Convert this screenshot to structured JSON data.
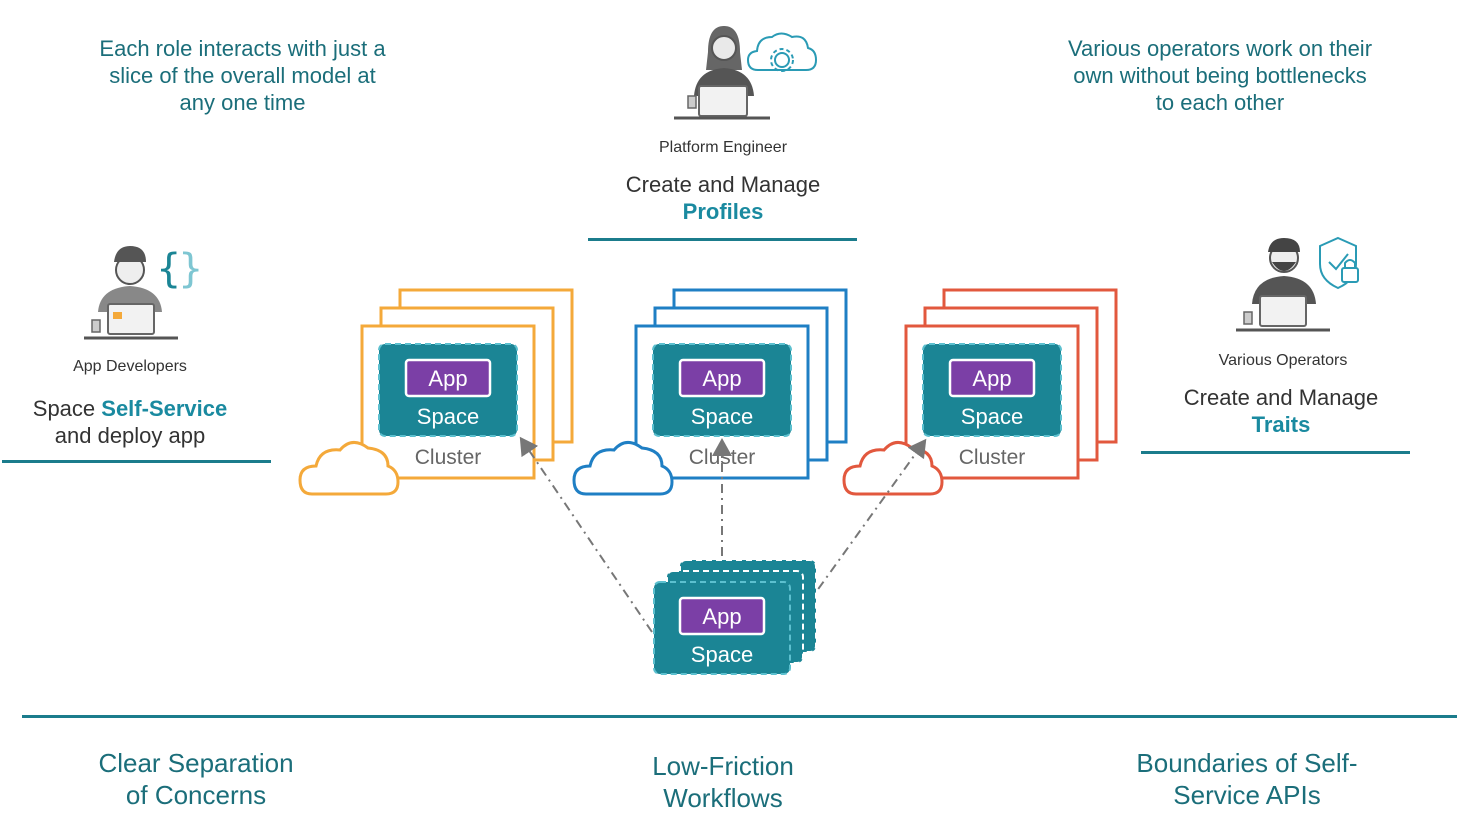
{
  "colors": {
    "teal": "#1b6e7a",
    "accent": "#1a8aa0",
    "space_fill": "#1b8595",
    "app_fill": "#7b3fa6",
    "orange": "#f4a93a",
    "blue": "#1f7fc4",
    "red": "#e2583e"
  },
  "notes": {
    "left": [
      "Each role interacts with just a",
      "slice of the overall model at",
      "any one time"
    ],
    "right": [
      "Various operators work on their",
      "own without being bottlenecks",
      "to each other"
    ]
  },
  "roles": {
    "platform_engineer": {
      "name": "Platform Engineer",
      "action": "Create and Manage",
      "highlight": "Profiles",
      "icon": "cloud-gear-icon"
    },
    "app_developers": {
      "name": "App Developers",
      "action_prefix": "Space ",
      "highlight": "Self-Service",
      "action_suffix": "and deploy app",
      "icon": "curly-braces-icon"
    },
    "various_operators": {
      "name": "Various Operators",
      "action": "Create and Manage",
      "highlight": "Traits",
      "icon": "shield-lock-icon"
    }
  },
  "clusters": [
    {
      "color": "orange",
      "app": "App",
      "space": "Space",
      "cluster": "Cluster"
    },
    {
      "color": "blue",
      "app": "App",
      "space": "Space",
      "cluster": "Cluster"
    },
    {
      "color": "red",
      "app": "App",
      "space": "Space",
      "cluster": "Cluster"
    }
  ],
  "source_space": {
    "app": "App",
    "space": "Space"
  },
  "bottom": {
    "left": [
      "Clear Separation",
      "of Concerns"
    ],
    "center": [
      "Low-Friction",
      "Workflows"
    ],
    "right": [
      "Boundaries of Self-",
      "Service APIs"
    ]
  }
}
